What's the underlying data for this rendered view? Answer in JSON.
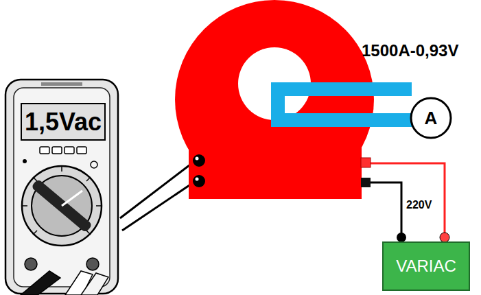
{
  "diagram": {
    "nodes": [
      {
        "text": [
          "1,5Vac"
        ]
      },
      {
        "text": [
          "A"
        ]
      },
      {
        "text": [
          "VARIAC"
        ]
      }
    ],
    "labels": [
      "1500A-0,93V",
      "220V"
    ]
  }
}
